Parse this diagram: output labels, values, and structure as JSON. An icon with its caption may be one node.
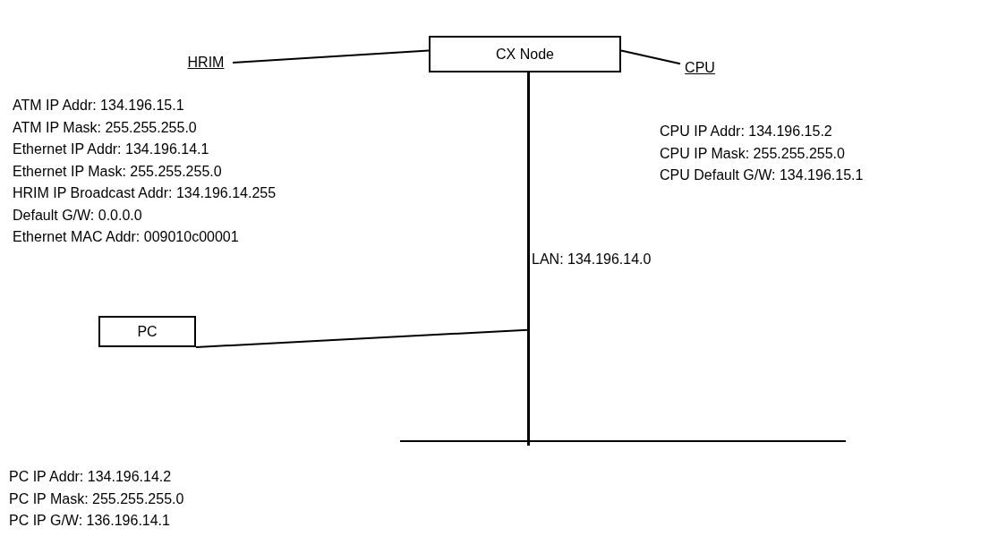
{
  "diagram": {
    "nodes": [
      {
        "text": [
          "CX Node"
        ]
      },
      {
        "text": [
          "HRIM"
        ],
        "beside": [
          "ATM IP Addr: 134.196.15.1",
          "ATM IP Mask: 255.255.255.0",
          "Ethernet IP Addr: 134.196.14.1",
          "Ethernet IP Mask: 255.255.255.0",
          "HRIM IP Broadcast Addr: 134.196.14.255",
          "Default G/W: 0.0.0.0",
          "Ethernet MAC Addr: 009010c00001"
        ]
      },
      {
        "text": [
          "CPU"
        ],
        "beside": [
          "CPU IP Addr: 134.196.15.2",
          "CPU IP Mask: 255.255.255.0",
          "CPU Default G/W: 134.196.15.1"
        ]
      },
      {
        "text": [
          "PC"
        ],
        "beside": [
          "PC IP Addr: 134.196.14.2",
          "PC IP Mask: 255.255.255.0",
          "PC IP G/W: 136.196.14.1"
        ]
      },
      {
        "text": [],
        "shape": "bar",
        "beside": [
          "LAN: 134.196.14.0"
        ]
      },
      {
        "text": [],
        "shape": "bar"
      }
    ],
    "edges": [
      {
        "from": 0,
        "to": 1,
        "arrow": "none"
      },
      {
        "from": 0,
        "to": 2,
        "arrow": "none"
      },
      {
        "from": 3,
        "to": 4,
        "arrow": "none"
      }
    ]
  }
}
